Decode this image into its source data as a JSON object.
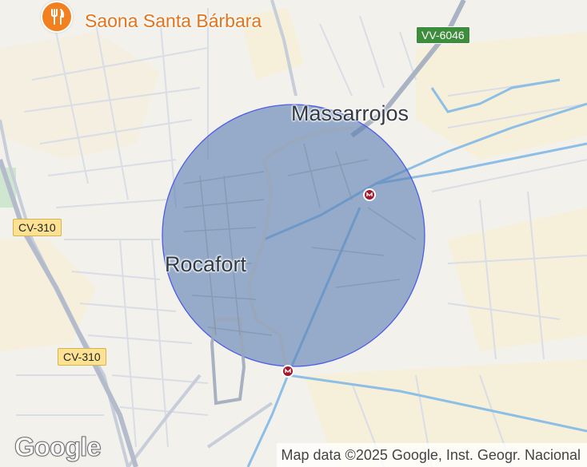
{
  "map": {
    "places": {
      "poi": "Saona Santa Bárbara",
      "town_north": "Massarrojos",
      "town_west": "Rocafort"
    },
    "roads": {
      "vv6046": "VV-6046",
      "cv310_upper": "CV-310",
      "cv310_lower": "CV-310"
    },
    "icons": {
      "poi": "restaurant-icon",
      "transit": "metro-station-icon"
    },
    "circle_fill_color": "#5b7fb3",
    "circle_stroke_color": "#4d5de8",
    "poi_color": "#f2801f",
    "logo": "Google",
    "attribution": "Map data ©2025 Google, Inst. Geogr. Nacional"
  }
}
